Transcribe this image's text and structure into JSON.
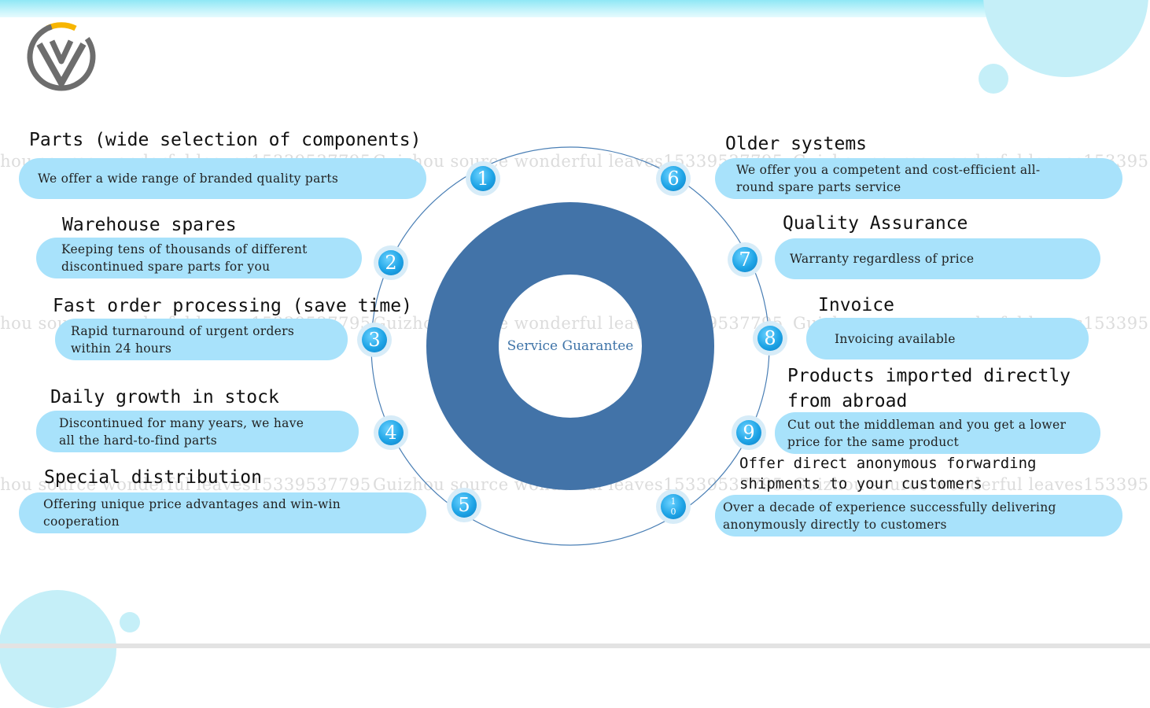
{
  "watermark": "Guizhou source wonderful leaves15339537795",
  "center_label": "Service Guarantee",
  "colors": {
    "ring": "#4273a8",
    "box": "#a8e2fb",
    "badge": "#1ea4e6",
    "deco": "#c5eff8"
  },
  "items": [
    {
      "num": "1",
      "title": "Parts (wide selection of components)",
      "desc": "We offer a wide range of branded quality parts"
    },
    {
      "num": "2",
      "title": "Warehouse spares",
      "desc": "Keeping tens of thousands of different\ndiscontinued spare parts for you"
    },
    {
      "num": "3",
      "title": "Fast order processing (save time)",
      "desc": "Rapid turnaround of urgent orders\nwithin 24 hours"
    },
    {
      "num": "4",
      "title": "Daily growth in stock",
      "desc": "Discontinued for many years, we have\nall the hard-to-find parts"
    },
    {
      "num": "5",
      "title": "Special distribution",
      "desc": "Offering unique price advantages and win-win\ncooperation"
    },
    {
      "num": "6",
      "title": "Older systems",
      "desc": "We offer you a competent and cost-efficient all-\nround spare parts service"
    },
    {
      "num": "7",
      "title": "Quality Assurance",
      "desc": "Warranty regardless of price"
    },
    {
      "num": "8",
      "title": "Invoice",
      "desc": "Invoicing available"
    },
    {
      "num": "9",
      "title": "Products imported directly\nfrom abroad",
      "desc": "Cut out the middleman and you get a lower\n price for the same product"
    },
    {
      "num": "10",
      "title": "Offer direct anonymous forwarding\nshipments to your customers",
      "desc": "Over a decade of experience successfully delivering\nanonymously directly to customers"
    }
  ]
}
